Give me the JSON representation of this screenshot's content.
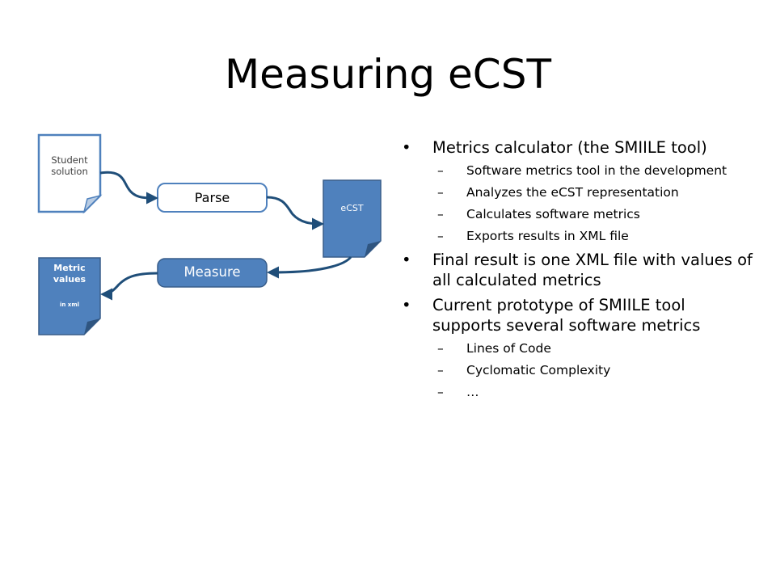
{
  "slide": {
    "title": "Measuring eCST"
  },
  "diagram": {
    "student_solution": "Student solution",
    "parse": "Parse",
    "ecst": "eCST",
    "measure": "Measure",
    "metric_values": "Metric values",
    "in_xml": "in xml",
    "colors": {
      "accent": "#4f81bd",
      "arrow": "#1f4e79",
      "light_text": "#ffffff"
    }
  },
  "bullets": {
    "marker": "•",
    "sub_marker": "–",
    "b1": "Metrics calculator (the SMIILE tool)",
    "b1_sub": [
      "Software metrics tool in the development",
      "Analyzes the eCST representation",
      "Calculates software metrics",
      "Exports results in XML file"
    ],
    "b2": "Final result is one XML file with values of all calculated metrics",
    "b3": "Current prototype of SMIILE tool supports several software metrics",
    "b3_sub": [
      "Lines of Code",
      "Cyclomatic Complexity",
      "…"
    ]
  }
}
